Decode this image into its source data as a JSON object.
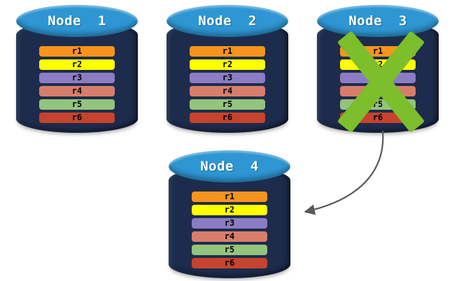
{
  "diagram": {
    "nodes": [
      {
        "id": "node-1",
        "title": "Node  1",
        "failed": false
      },
      {
        "id": "node-2",
        "title": "Node  2",
        "failed": false
      },
      {
        "id": "node-3",
        "title": "Node  3",
        "failed": true
      },
      {
        "id": "node-4",
        "title": "Node  4",
        "failed": false
      }
    ],
    "rows": [
      {
        "label": "r1",
        "color": "#F7941E"
      },
      {
        "label": "r2",
        "color": "#FFFF00"
      },
      {
        "label": "r3",
        "color": "#8C7CC4"
      },
      {
        "label": "r4",
        "color": "#D97D6B"
      },
      {
        "label": "r5",
        "color": "#93C47D"
      },
      {
        "label": "r6",
        "color": "#C6432D"
      }
    ],
    "colors": {
      "cylinder_body": "#1D2C4C",
      "cylinder_top": "#2E96D3",
      "failure_x": "#7CBE2B",
      "arrow": "#595959"
    }
  }
}
